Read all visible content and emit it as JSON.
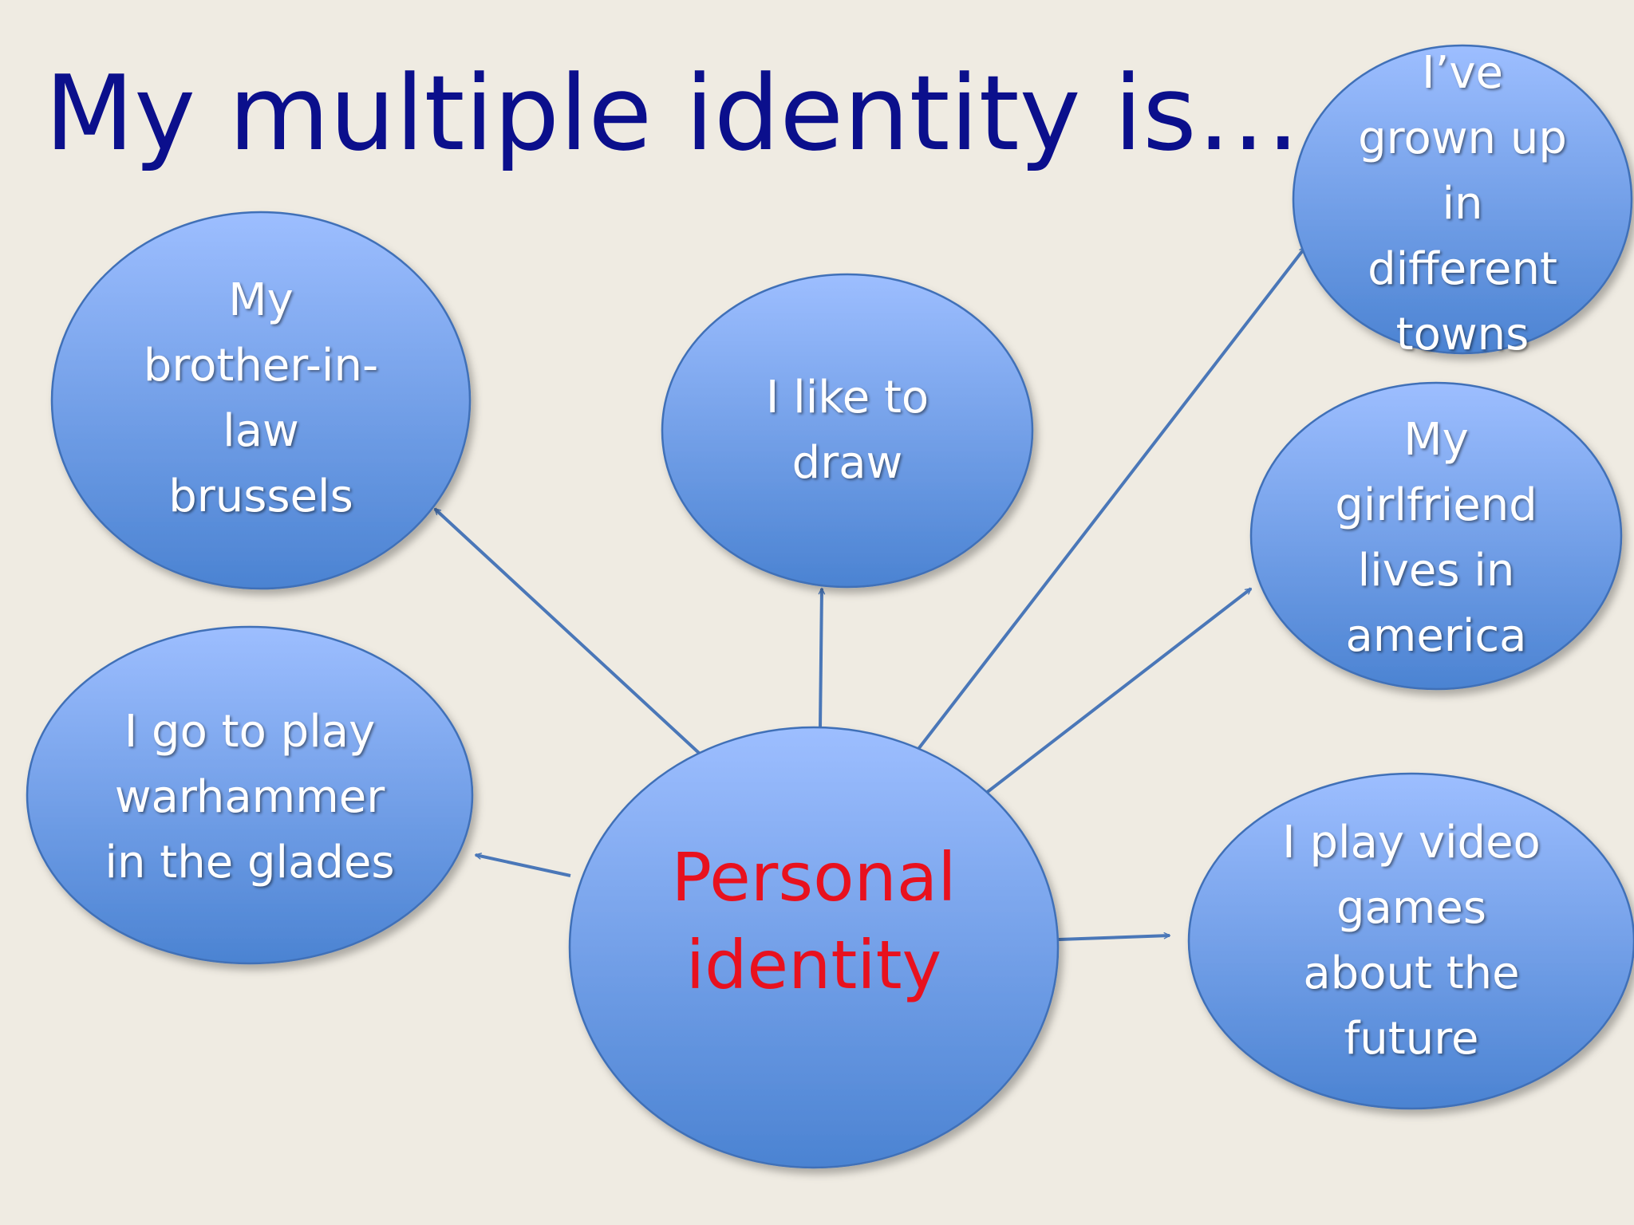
{
  "title": "My multiple identity is…",
  "colors": {
    "background": "#efebe2",
    "title": "#0b0f8c",
    "bubble_top": "#9dbeff",
    "bubble_bottom": "#4b83d2",
    "bubble_stroke": "#3f6fb7",
    "arrow": "#4a77b8",
    "center_text": "#e8111e",
    "bubble_text": "#ffffff"
  },
  "center": {
    "label": "Personal\nidentity"
  },
  "bubbles": [
    {
      "id": "brother",
      "label": "My\nbrother-in-\nlaw\nbrussels"
    },
    {
      "id": "draw",
      "label": "I like to\ndraw"
    },
    {
      "id": "towns",
      "label": "I’ve\ngrown up\nin\ndifferent\ntowns"
    },
    {
      "id": "girlfriend",
      "label": "My\ngirlfriend\nlives in\namerica"
    },
    {
      "id": "warhammer",
      "label": "I go to play\nwarhammer\nin the glades"
    },
    {
      "id": "videogames",
      "label": "I play video\ngames\nabout the\nfuture"
    }
  ]
}
